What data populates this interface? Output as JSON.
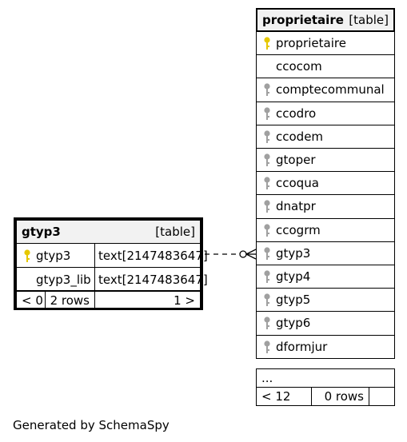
{
  "proprietaire": {
    "name": "proprietaire",
    "kind": "[table]",
    "columns": [
      {
        "name": "proprietaire",
        "key": "primary"
      },
      {
        "name": "ccocom",
        "key": "none"
      },
      {
        "name": "comptecommunal",
        "key": "foreign"
      },
      {
        "name": "ccodro",
        "key": "foreign"
      },
      {
        "name": "ccodem",
        "key": "foreign"
      },
      {
        "name": "gtoper",
        "key": "foreign"
      },
      {
        "name": "ccoqua",
        "key": "foreign"
      },
      {
        "name": "dnatpr",
        "key": "foreign"
      },
      {
        "name": "ccogrm",
        "key": "foreign"
      },
      {
        "name": "gtyp3",
        "key": "foreign"
      },
      {
        "name": "gtyp4",
        "key": "foreign"
      },
      {
        "name": "gtyp5",
        "key": "foreign"
      },
      {
        "name": "gtyp6",
        "key": "foreign"
      },
      {
        "name": "dformjur",
        "key": "foreign"
      }
    ],
    "more": "...",
    "parents": "< 12",
    "rows": "0 rows",
    "children": ""
  },
  "gtyp3": {
    "name": "gtyp3",
    "kind": "[table]",
    "columns": [
      {
        "name": "gtyp3",
        "type": "text[2147483647]",
        "key": "primary"
      },
      {
        "name": "gtyp3_lib",
        "type": "text[2147483647]",
        "key": "none"
      }
    ],
    "parents": "< 0",
    "rows": "2 rows",
    "children": "1 >"
  },
  "relationships": [
    {
      "from": "proprietaire.gtyp3",
      "to": "gtyp3.gtyp3",
      "style": "dashed",
      "cardinality": "zero-or-many to one"
    }
  ],
  "footer": "Generated by SchemaSpy",
  "colors": {
    "primary_key": "#e6c800",
    "foreign_key": "#a0a0a0",
    "header_bg": "#f2f2f2",
    "border": "#000000"
  }
}
